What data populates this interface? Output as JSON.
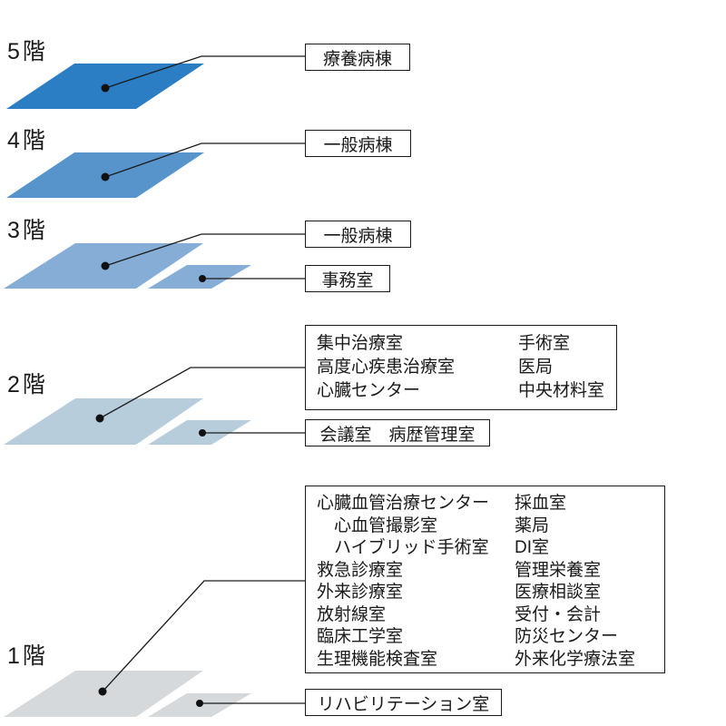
{
  "diagram": {
    "type": "hospital-floor-guide",
    "line_color": "#1a1a1a",
    "floors": [
      {
        "name": "5階",
        "color": "#2b7ec4",
        "main_label": "療養病棟"
      },
      {
        "name": "4階",
        "color": "#5694cb",
        "main_label": "一般病棟"
      },
      {
        "name": "3階",
        "color": "#85add6",
        "main_label": "一般病棟",
        "annex_label": "事務室"
      },
      {
        "name": "2階",
        "color": "#b8cddc",
        "main_rooms_left": [
          "集中治療室",
          "高度心疾患治療室",
          "心臓センター"
        ],
        "main_rooms_right": [
          "手術室",
          "医局",
          "中央材料室"
        ],
        "annex_label": "会議室　病歴管理室"
      },
      {
        "name": "1階",
        "color": "#d5d9dc",
        "main_rooms_left": [
          "心臓血管治療センター",
          "　心血管撮影室",
          "　ハイブリッド手術室",
          "救急診療室",
          "外来診療室",
          "放射線室",
          "臨床工学室",
          "生理機能検査室"
        ],
        "main_rooms_right": [
          "採血室",
          "薬局",
          "DI室",
          "管理栄養室",
          "医療相談室",
          "受付・会計",
          "防災センター",
          "外来化学療法室"
        ],
        "annex_label": "リハビリテーション室"
      }
    ]
  }
}
